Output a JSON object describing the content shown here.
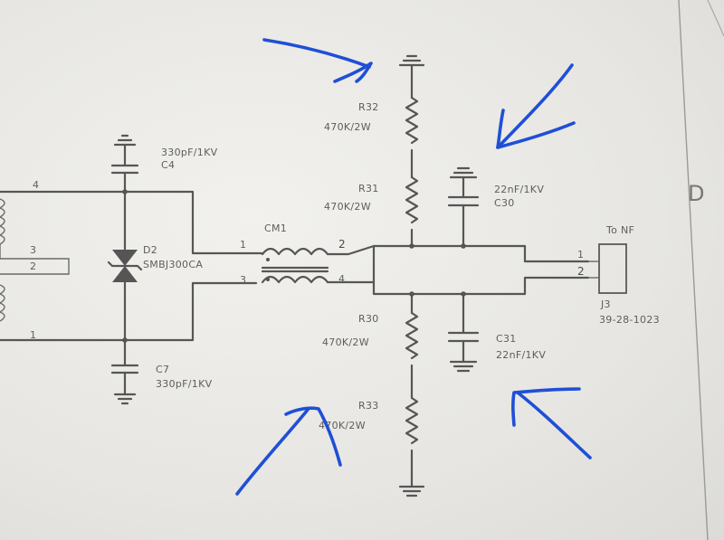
{
  "components": {
    "r32": {
      "ref": "R32",
      "value": "470K/2W"
    },
    "r31": {
      "ref": "R31",
      "value": "470K/2W"
    },
    "r30": {
      "ref": "R30",
      "value": "470K/2W"
    },
    "r33": {
      "ref": "R33",
      "value": "470K/2W"
    },
    "c4": {
      "ref": "C4",
      "value": "330pF/1KV"
    },
    "c7": {
      "ref": "C7",
      "value": "330pF/1KV"
    },
    "c30": {
      "ref": "C30",
      "value": "22nF/1KV"
    },
    "c31": {
      "ref": "C31",
      "value": "22nF/1KV"
    },
    "d2": {
      "ref": "D2",
      "value": "SMBJ300CA"
    },
    "cm1": {
      "ref": "CM1"
    },
    "j3": {
      "ref": "J3",
      "part": "39-28-1023",
      "note": "To NF"
    }
  },
  "pins": {
    "cm1_1": "1",
    "cm1_2": "2",
    "cm1_3": "3",
    "cm1_4": "4",
    "j3_1": "1",
    "j3_2": "2",
    "left_4": "4",
    "left_3": "3",
    "left_2": "2",
    "left_1": "1"
  },
  "zone_letter": "D",
  "colors": {
    "ink": "#1f4fd6",
    "wire": "#565656",
    "paper": "#ecebe7"
  },
  "annotations": {
    "arrow_count": 4,
    "ink_color": "blue"
  }
}
